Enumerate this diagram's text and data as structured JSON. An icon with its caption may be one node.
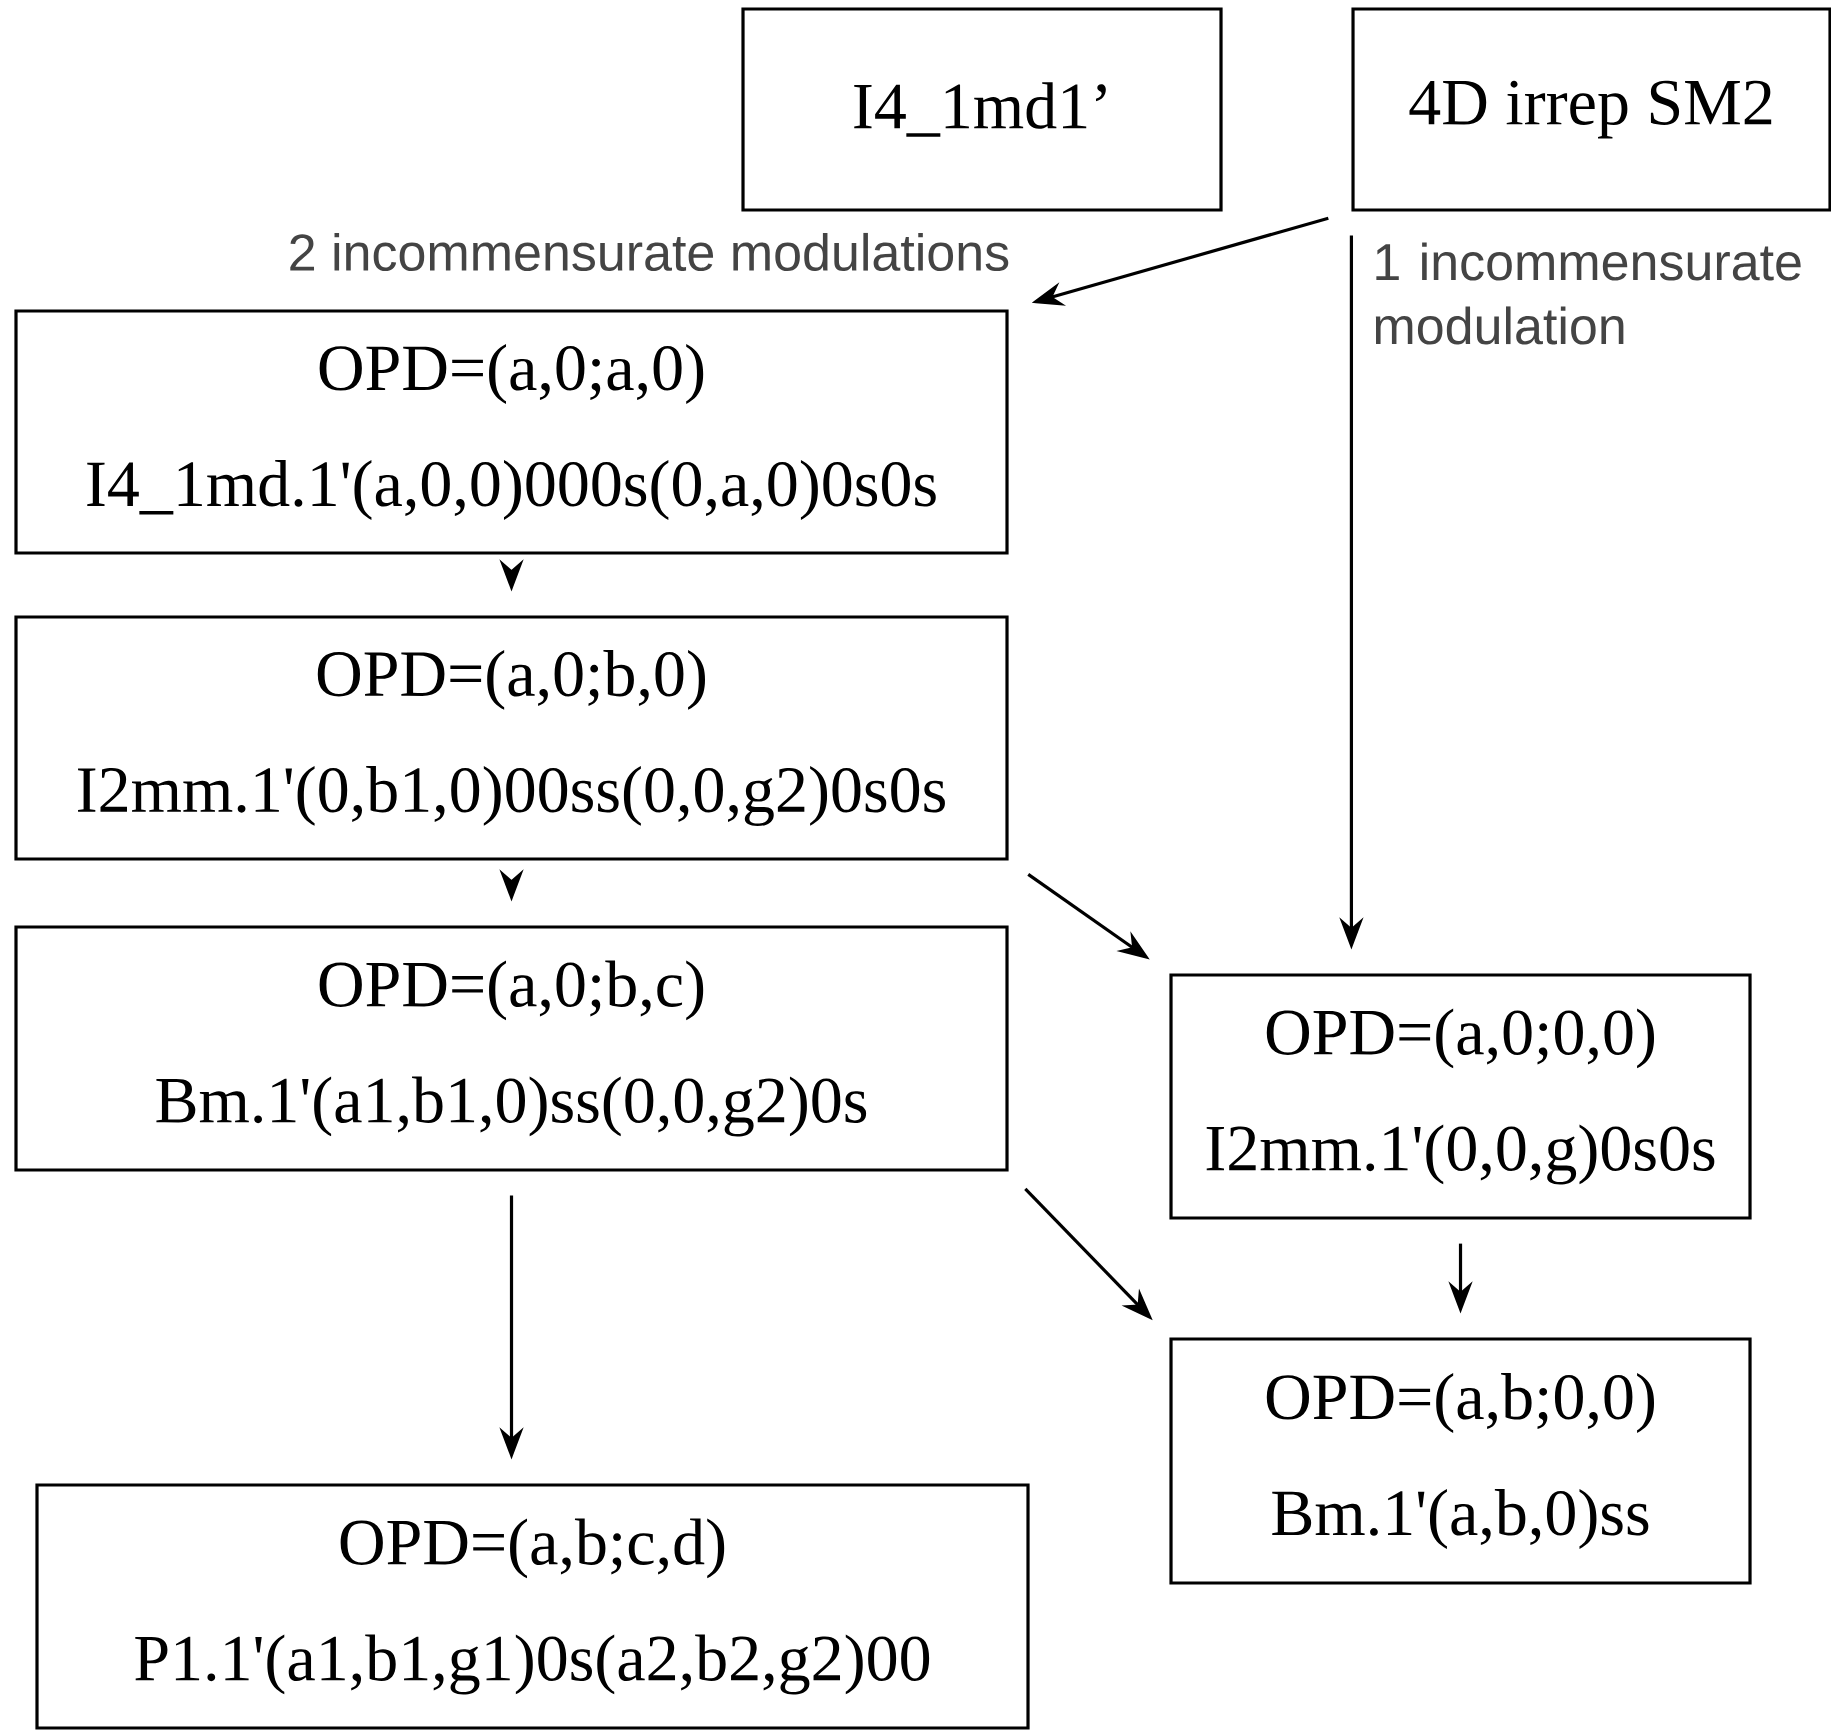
{
  "diagram": {
    "nodes": [
      {
        "text": [
          "I4_1md1’"
        ]
      },
      {
        "text": [
          "4D irrep SM2"
        ]
      },
      {
        "text": [
          "OPD=(a,0;a,0)",
          "I4_1md.1'(a,0,0)000s(0,a,0)0s0s"
        ]
      },
      {
        "text": [
          "OPD=(a,0;b,0)",
          "I2mm.1'(0,b1,0)00ss(0,0,g2)0s0s"
        ]
      },
      {
        "text": [
          "OPD=(a,0;b,c)",
          "Bm.1'(a1,b1,0)ss(0,0,g2)0s"
        ]
      },
      {
        "text": [
          "OPD=(a,0;0,0)",
          "I2mm.1'(0,0,g)0s0s"
        ]
      },
      {
        "text": [
          "OPD=(a,b;0,0)",
          "Bm.1'(a,b,0)ss"
        ]
      },
      {
        "text": [
          "OPD=(a,b;c,d)",
          "P1.1'(a1,b1,g1)0s(a2,b2,g2)00"
        ]
      }
    ],
    "edges": [
      {
        "from": 1,
        "to": 2,
        "arrow": "to",
        "label": "2 incommensurate modulations"
      },
      {
        "from": 1,
        "to": 5,
        "arrow": "to",
        "label": "1 incommensurate modulation"
      },
      {
        "from": 2,
        "to": 3,
        "arrow": "to"
      },
      {
        "from": 3,
        "to": 4,
        "arrow": "to"
      },
      {
        "from": 3,
        "to": 5,
        "arrow": "to"
      },
      {
        "from": 4,
        "to": 7,
        "arrow": "to"
      },
      {
        "from": 4,
        "to": 6,
        "arrow": "to"
      },
      {
        "from": 5,
        "to": 6,
        "arrow": "to"
      }
    ]
  }
}
